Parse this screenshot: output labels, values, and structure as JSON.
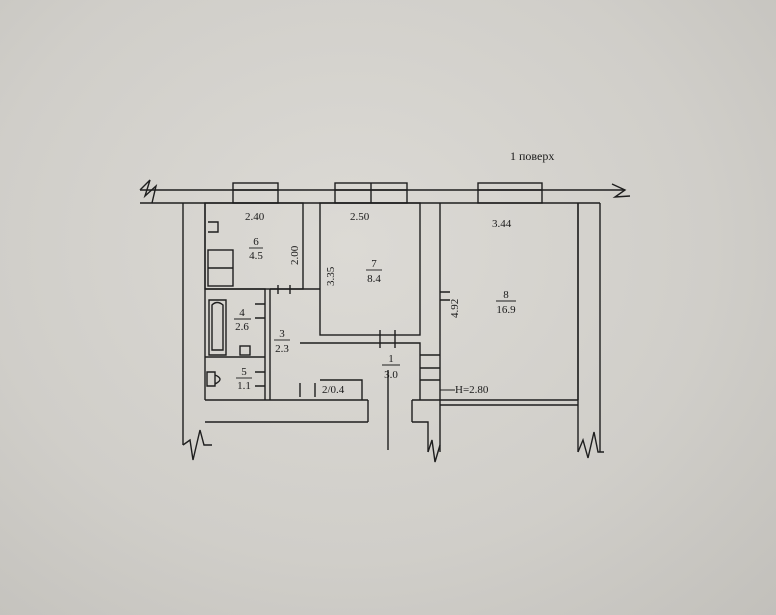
{
  "plan": {
    "title": "1 поверх",
    "ceiling_height": "H=2.80",
    "rooms": [
      {
        "id": "6",
        "number": "6",
        "area": "4.5"
      },
      {
        "id": "7",
        "number": "7",
        "area": "8.4"
      },
      {
        "id": "8",
        "number": "8",
        "area": "16.9"
      },
      {
        "id": "4",
        "number": "4",
        "area": "2.6"
      },
      {
        "id": "3",
        "number": "3",
        "area": "2.3"
      },
      {
        "id": "5",
        "number": "5",
        "area": "1.1"
      },
      {
        "id": "1",
        "number": "1",
        "area": "3.0"
      },
      {
        "id": "2",
        "label": "2/0.4"
      }
    ],
    "dimensions": {
      "room6_width": "2.40",
      "room6_depth": "2.00",
      "room7_width": "2.50",
      "room7_depth": "3.35",
      "room8_width": "3.44",
      "room8_depth": "4.92"
    }
  },
  "colors": {
    "line": "#1e1e1e",
    "paper": "#d4d2cd"
  }
}
